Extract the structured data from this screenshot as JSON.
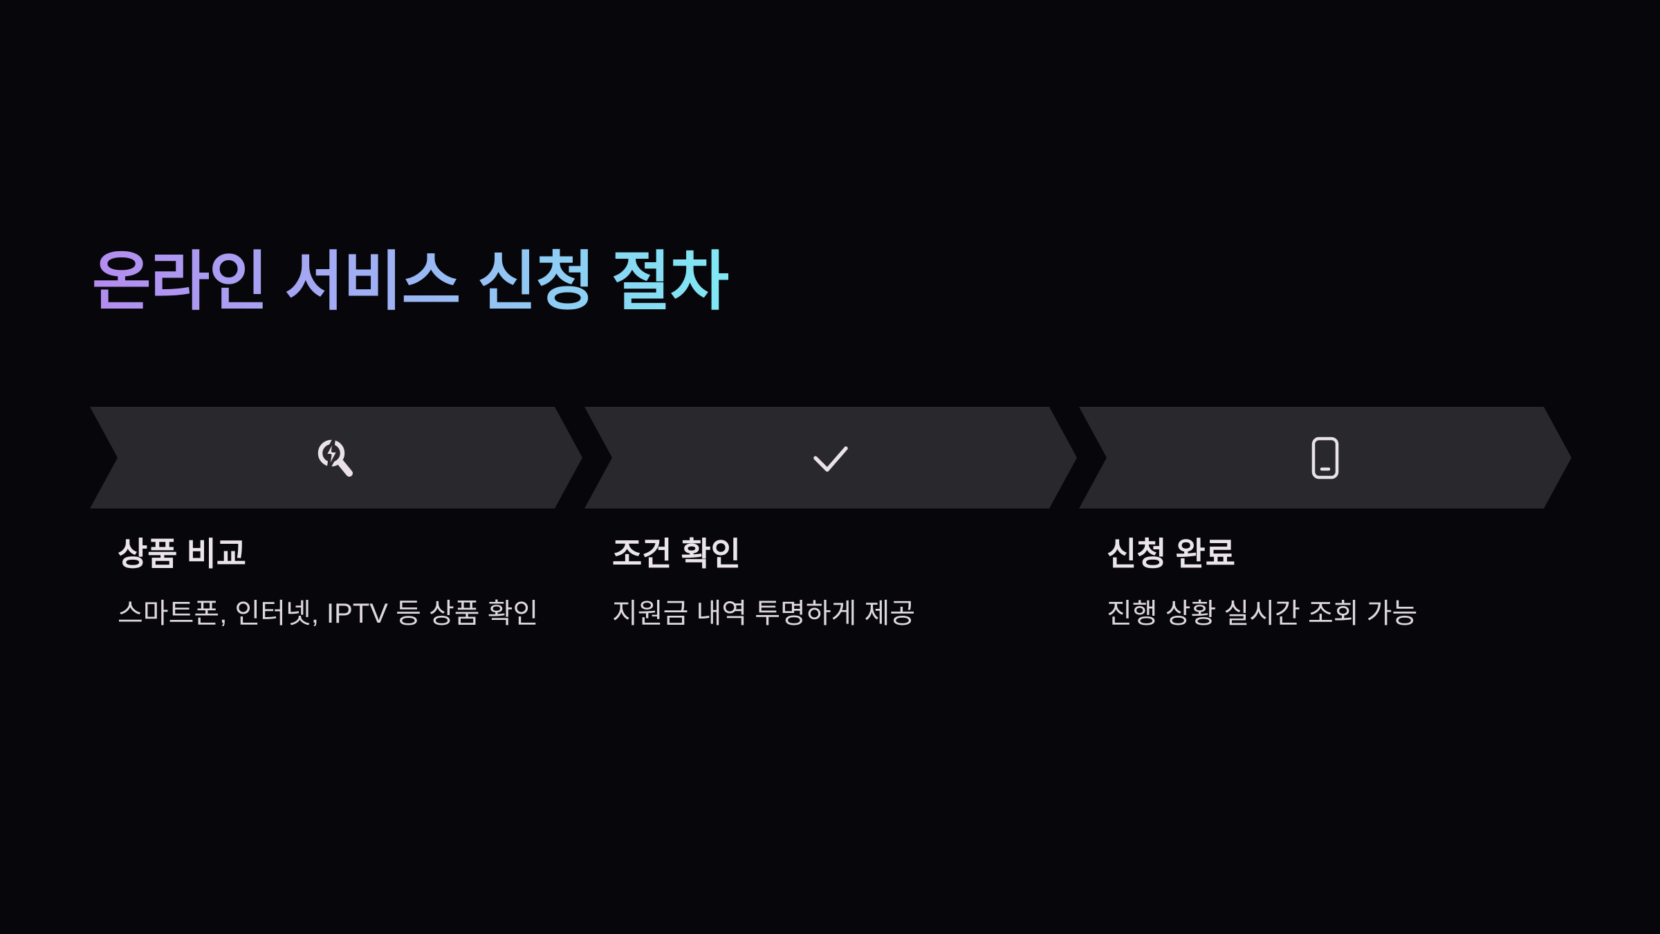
{
  "page": {
    "title": "온라인 서비스 신청 절차",
    "background_color": "#07070b",
    "title_gradient": {
      "from": "#b48cf0",
      "mid": "#9db3f4",
      "to": "#7fe9f3"
    }
  },
  "process": {
    "banner_color": "#29282d",
    "icon_color": "#e9e3e9",
    "steps": [
      {
        "icon": "search-zap-icon",
        "title": "상품 비교",
        "description": "스마트폰, 인터넷, IPTV 등 상품 확인"
      },
      {
        "icon": "check-icon",
        "title": "조건 확인",
        "description": "지원금 내역 투명하게 제공"
      },
      {
        "icon": "smartphone-icon",
        "title": "신청 완료",
        "description": "진행 상황 실시간 조회 가능"
      }
    ]
  }
}
